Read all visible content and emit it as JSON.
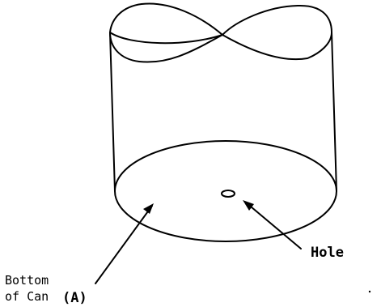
{
  "labels": {
    "bottom_line1": "Bottom",
    "bottom_line2": "of Can",
    "bottom_tag": "(A)",
    "hole": "Hole"
  },
  "colors": {
    "ink": "#000000",
    "background": "#ffffff"
  }
}
